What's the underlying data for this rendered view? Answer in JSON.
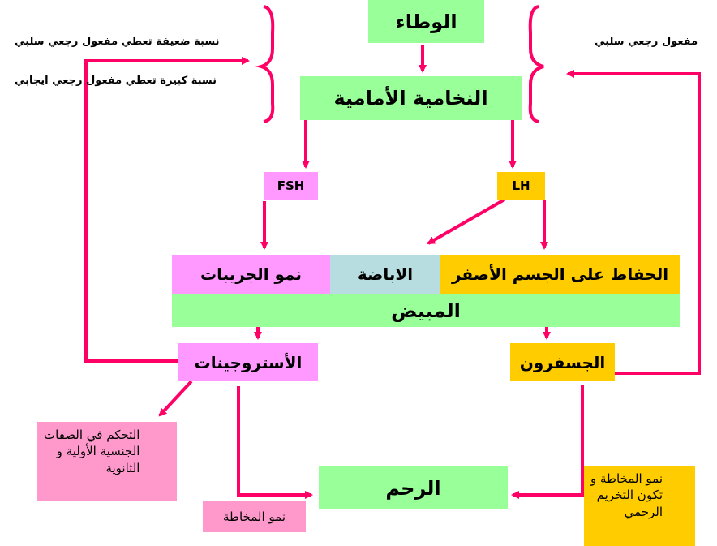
{
  "colors": {
    "arrow": "#ff0066",
    "green": "#99ff99",
    "pink": "#ff99ff",
    "yellow": "#ffcc00",
    "teal": "#b7dde0",
    "rose": "#ff99cc"
  },
  "nodes": {
    "hypothalamus": "الوطاء",
    "pituitary": "النخامية الأمامية",
    "fsh": "FSH",
    "lh": "LH",
    "follicle_growth": "نمو الجريبات",
    "ovulation": "الاباضة",
    "corpus_luteum": "الحفاظ على الجسم الأصفر",
    "ovary": "المبيض",
    "estrogens": "الأستروجينات",
    "progesterone": "الجسفرون",
    "uterus": "الرحم",
    "sexual_traits": "التحكم في الصفات\nالجنسية الأولية و\nالثانوية",
    "endometrium_growth": "نمو المخاطة",
    "endometrium_secretion": "نمو المخاطة و\nتكون التخريم\nالرحمي"
  },
  "notes": {
    "low_ratio": "نسبة ضعيفة تعطي مفعول رجعي سلبي",
    "high_ratio": "نسبة كبيرة تعطي مفعول رجعي ايجابي",
    "negative_feedback": "مفعول رجعي سلبي"
  }
}
